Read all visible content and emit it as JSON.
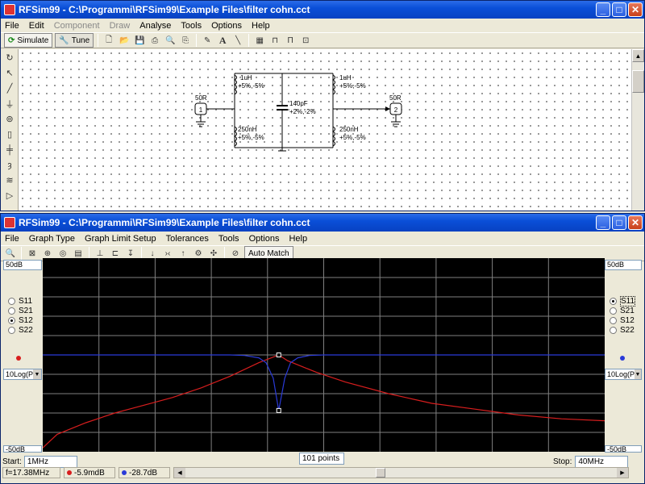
{
  "main_window": {
    "title": "RFSim99 - C:\\Programmi\\RFSim99\\Example Files\\filter  cohn.cct",
    "menu": [
      "File",
      "Edit",
      "Component",
      "Draw",
      "Analyse",
      "Tools",
      "Options",
      "Help"
    ],
    "toolbar": {
      "simulate_label": "Simulate",
      "tune_label": "Tune"
    }
  },
  "circuit": {
    "source_in": {
      "label": "50R",
      "number": "1"
    },
    "source_out": {
      "label": "50R",
      "number": "2"
    },
    "l_top_left": {
      "value": "1uH",
      "tol": "+5%,-5%"
    },
    "l_top_right": {
      "value": "1uH",
      "tol": "+5%,-5%"
    },
    "l_bottom_left": {
      "value": "250nH",
      "tol": "+5%,-5%"
    },
    "l_bottom_right": {
      "value": "250nH",
      "tol": "+5%,-5%"
    },
    "cap_center": {
      "value": "140pF",
      "tol": "+2%,-2%"
    }
  },
  "graph_window": {
    "title": "RFSim99 - C:\\Programmi\\RFSim99\\Example Files\\filter  cohn.cct",
    "menu": [
      "File",
      "Graph Type",
      "Graph Limit Setup",
      "Tolerances",
      "Tools",
      "Options",
      "Help"
    ],
    "auto_match_label": "Auto Match",
    "left_top_db": "50dB",
    "left_bottom_db": "-50dB",
    "right_top_db": "50dB",
    "right_bottom_db": "-50dB",
    "left_params": [
      "S11",
      "S21",
      "S12",
      "S22"
    ],
    "left_selected": "S12",
    "right_params": [
      "S11",
      "S21",
      "S12",
      "S22"
    ],
    "right_selected": "S11",
    "left_scale": "10Log(P",
    "right_scale": "10Log(P",
    "start_label": "Start:",
    "start_value": "1MHz",
    "points_value": "101 points",
    "stop_label": "Stop:",
    "stop_value": "40MHz",
    "status_freq": "f=17.38MHz",
    "status_red": "-5.9mdB",
    "status_blue": "-28.7dB",
    "colors": {
      "red_trace": "#d81e1e",
      "blue_trace": "#2a3ad8",
      "grid": "#808080",
      "plot_bg": "#000000"
    }
  },
  "chart_data": {
    "type": "line",
    "xlabel": "",
    "ylabel": "",
    "xlim": [
      1,
      40
    ],
    "ylim": [
      -50,
      50
    ],
    "grid": true,
    "series": [
      {
        "color": "#d81e1e",
        "x": [
          1,
          2,
          4,
          6,
          8,
          10,
          12,
          14,
          16,
          17.38,
          18,
          19,
          20,
          22,
          25,
          28,
          31,
          34,
          37,
          40
        ],
        "y": [
          -48,
          -41,
          -35,
          -30,
          -26,
          -22,
          -17,
          -11,
          -4,
          -0.006,
          -3,
          -6,
          -9,
          -14,
          -20,
          -25,
          -28,
          -31,
          -33,
          -34
        ]
      },
      {
        "color": "#2a3ad8",
        "x": [
          1,
          14,
          15,
          16,
          16.5,
          17,
          17.38,
          17.8,
          18.2,
          18.7,
          19.5,
          20.5,
          40
        ],
        "y": [
          0,
          0,
          -0.3,
          -1.5,
          -4,
          -12,
          -28.7,
          -12,
          -4,
          -1.5,
          -0.3,
          0,
          0
        ]
      }
    ]
  }
}
